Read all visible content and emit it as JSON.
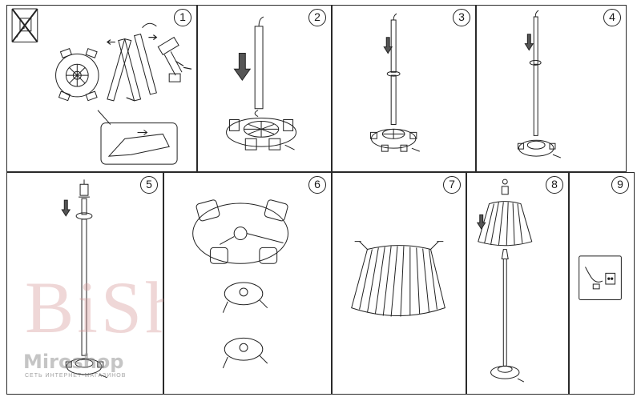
{
  "steps": [
    "1",
    "2",
    "3",
    "4",
    "5",
    "6",
    "7",
    "8",
    "9"
  ],
  "watermark": {
    "primary": "BiShop",
    "secondary": "Miroshop",
    "tagline": "СЕТЬ ИНТЕРНЕТ-МАГАЗИНОВ"
  }
}
